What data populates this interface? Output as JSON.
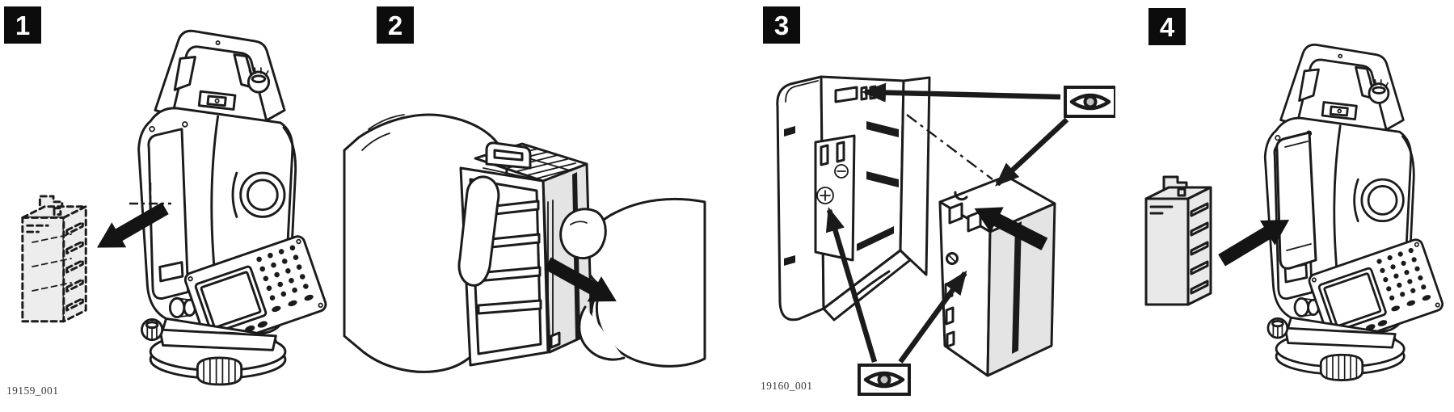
{
  "page": {
    "background_color": "#ffffff",
    "kind": "instrument-manual-illustration",
    "panel_count": 4
  },
  "colors": {
    "badge_background": "#0c0c0c",
    "badge_number": "#ffffff",
    "line_art": "#1b1b1b",
    "light_gray_fill": "#e9e9e9",
    "eye_iris_fill": "#c2c2c2"
  },
  "steps": [
    {
      "number": "1",
      "figure_label": "19159_001",
      "illustration": "total-station-with-battery-holder-removed"
    },
    {
      "number": "2",
      "illustration": "hands-sliding-battery-out-of-holder"
    },
    {
      "number": "3",
      "figure_label": "19160_001",
      "illustration": "battery-into-holder-with-polarity-check-points"
    },
    {
      "number": "4",
      "illustration": "battery-holder-inserted-into-total-station"
    }
  ],
  "icons": {
    "eye_in_box": "visual-check-symbol",
    "solid_arrow": "movement-direction-arrow",
    "polarity_plus": "+",
    "polarity_minus": "−"
  }
}
